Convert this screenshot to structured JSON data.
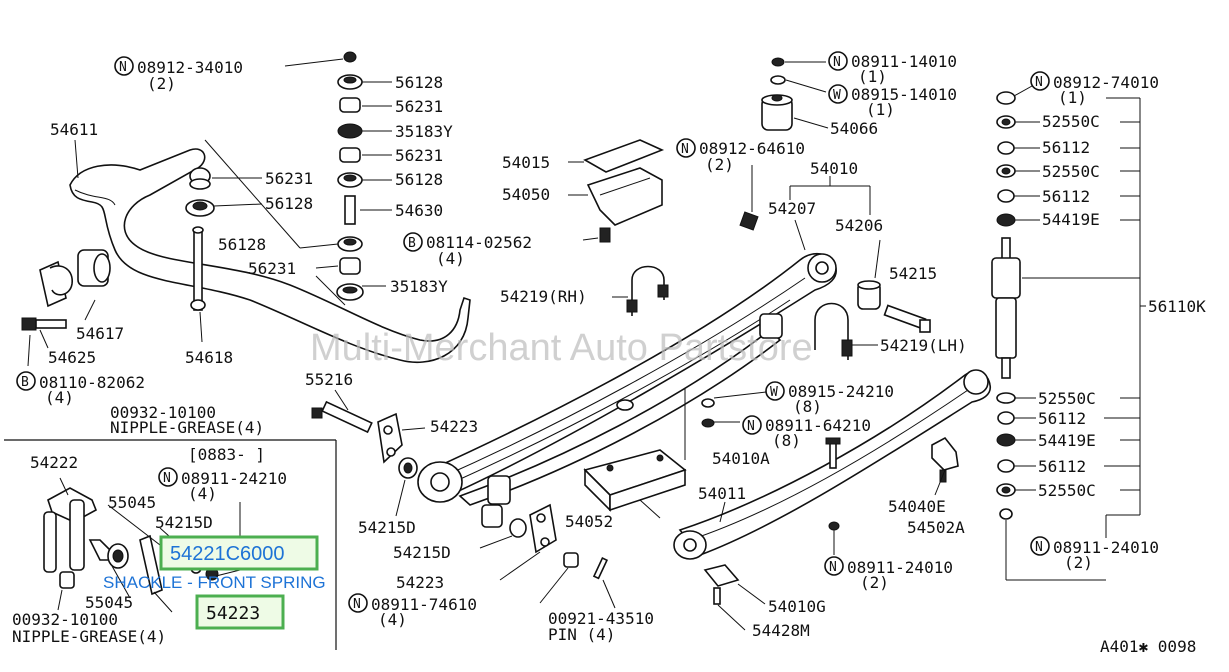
{
  "watermark": "Multi-Merchant Auto Partstore",
  "diagram_code": "A401✱ 0098",
  "highlight": {
    "part_number": "54221C6000",
    "caption": "SHACKLE - FRONT SPRING",
    "label_54223": "54223",
    "color": "#4caf50",
    "text_color": "#1e73d6"
  },
  "inset": {
    "date_code": "[0883-    ]",
    "labels": {
      "l54222": "54222",
      "l08911_24210": "08911-24210",
      "l08911_24210_qty": "(4)",
      "l55045a": "55045",
      "l54215D": "54215D",
      "l55045b": "55045",
      "l00932": "00932-10100",
      "nipple": "NIPPLE-GREASE(4)"
    }
  },
  "labels": {
    "p08912_34010": "08912-34010",
    "p08912_34010_qty": "(2)",
    "p56128a": "56128",
    "p56231a": "56231",
    "p35183Ya": "35183Y",
    "p56231b": "56231",
    "p56128b": "56128",
    "p54611": "54611",
    "p56231c": "56231",
    "p56128c": "56128",
    "p54630": "54630",
    "p56128d": "56128",
    "p56231d": "56231",
    "p35183Yb": "35183Y",
    "p54617": "54617",
    "p54625": "54625",
    "p54618": "54618",
    "p08110_82062": "08110-82062",
    "p08110_82062_qty": "(4)",
    "p55216": "55216",
    "p00932_10100": "00932-10100",
    "p_nipple": "NIPPLE-GREASE(4)",
    "p54223a": "54223",
    "p54215Da": "54215D",
    "p54215Db": "54215D",
    "p54223b": "54223",
    "p08911_74610": "08911-74610",
    "p08911_74610_qty": "(4)",
    "p00921_43510": "00921-43510",
    "p_pin": "PIN (4)",
    "p54015": "54015",
    "p54050": "54050",
    "p08114_02562": "08114-02562",
    "p08114_02562_qty": "(4)",
    "p54219RH": "54219(RH)",
    "p54052": "54052",
    "p08911_14010": "08911-14010",
    "p08911_14010_qty": "(1)",
    "p08915_14010": "08915-14010",
    "p08915_14010_qty": "(1)",
    "p54066": "54066",
    "p08912_64610": "08912-64610",
    "p08912_64610_qty": "(2)",
    "p54010": "54010",
    "p54207": "54207",
    "p54206": "54206",
    "p54215": "54215",
    "p54219LH": "54219(LH)",
    "p08915_24210": "08915-24210",
    "p08915_24210_qty": "(8)",
    "p08911_64210": "08911-64210",
    "p08911_64210_qty": "(8)",
    "p54010A": "54010A",
    "p54011": "54011",
    "p54040E": "54040E",
    "p54502A": "54502A",
    "p08911_24010a": "08911-24010",
    "p08911_24010a_qty": "(2)",
    "p54010G": "54010G",
    "p54428M": "54428M",
    "p08912_74010": "08912-74010",
    "p08912_74010_qty": "(1)",
    "p52550Ca": "52550C",
    "p56112a": "56112",
    "p52550Cb": "52550C",
    "p56112b": "56112",
    "p54419Ea": "54419E",
    "p56110K": "56110K",
    "p52550Cc": "52550C",
    "p56112c": "56112",
    "p54419Eb": "54419E",
    "p56112d": "56112",
    "p52550Cd": "52550C",
    "p08911_24010b": "08911-24010",
    "p08911_24010b_qty": "(2)"
  },
  "prefix_symbols": {
    "N": "N",
    "W": "W",
    "B": "B"
  }
}
